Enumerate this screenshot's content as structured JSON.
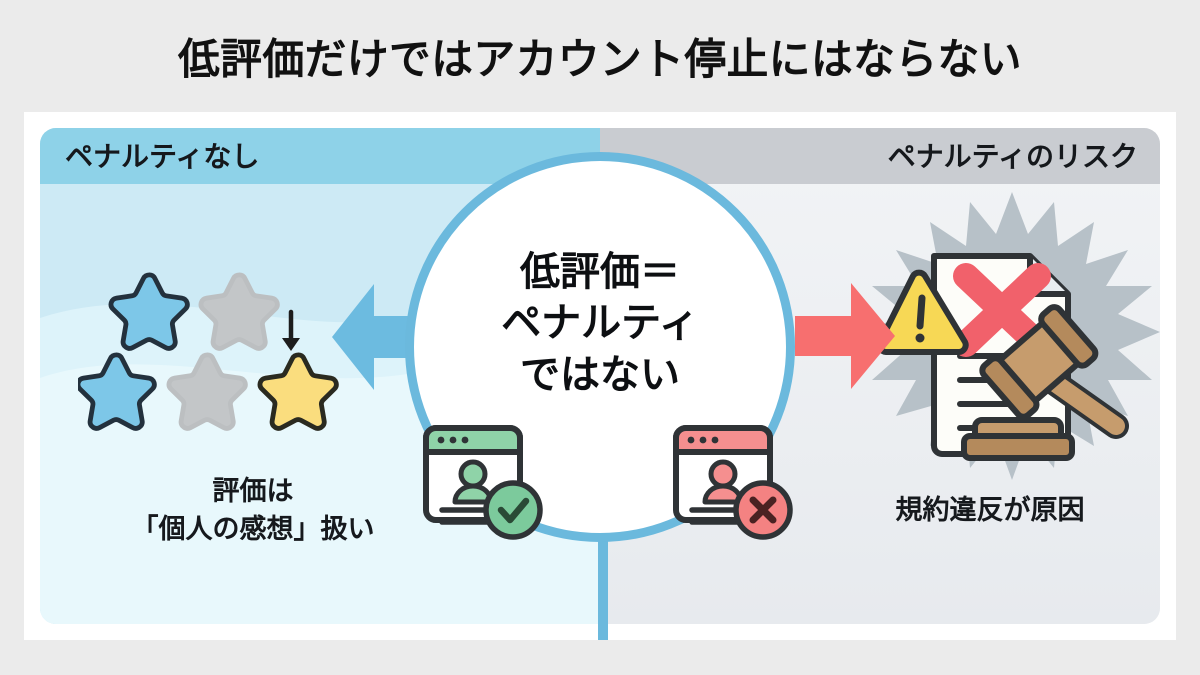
{
  "title": "低評価だけではアカウント停止にはならない",
  "panels": {
    "left": {
      "header": "ペナルティなし",
      "caption_line1": "評価は",
      "caption_line2": "「個人の感想」扱い",
      "stars": [
        {
          "index": 1,
          "color": "#7dc7e8",
          "state": "blue"
        },
        {
          "index": 2,
          "color": "#c3c6c8",
          "state": "gray"
        },
        {
          "index": 3,
          "color": "#7dc7e8",
          "state": "blue"
        },
        {
          "index": 4,
          "color": "#c3c6c8",
          "state": "gray"
        },
        {
          "index": 5,
          "color": "#fadd7e",
          "state": "yellow"
        }
      ],
      "down_arrow": "↓",
      "bg_color": "#c7e9f4",
      "header_color": "#8ed2e8"
    },
    "right": {
      "header": "ペナルティのリスク",
      "caption": "規約違反が原因",
      "bg_color": "#eceef1",
      "header_color": "#c9ccd1",
      "burst_color": "#b9c2c9"
    }
  },
  "center": {
    "line1": "低評価＝",
    "line2": "ペナルティ",
    "line3": "ではない",
    "ring_color": "#6bb9dd"
  },
  "arrows": {
    "left_arrow_color": "#6cbbe0",
    "left_arrow_direction": "left",
    "right_arrow_color": "#f76f6f",
    "right_arrow_direction": "right"
  },
  "icons": {
    "good_card": {
      "accent": "#72c894",
      "mark": "check"
    },
    "bad_card": {
      "accent": "#f27272",
      "mark": "cross"
    },
    "warning_triangle": "#f7d855",
    "red_cross": "#f1616b",
    "gavel": "#c69c6d"
  },
  "page_bg": "#ebebeb",
  "frame_bg": "#ffffff"
}
